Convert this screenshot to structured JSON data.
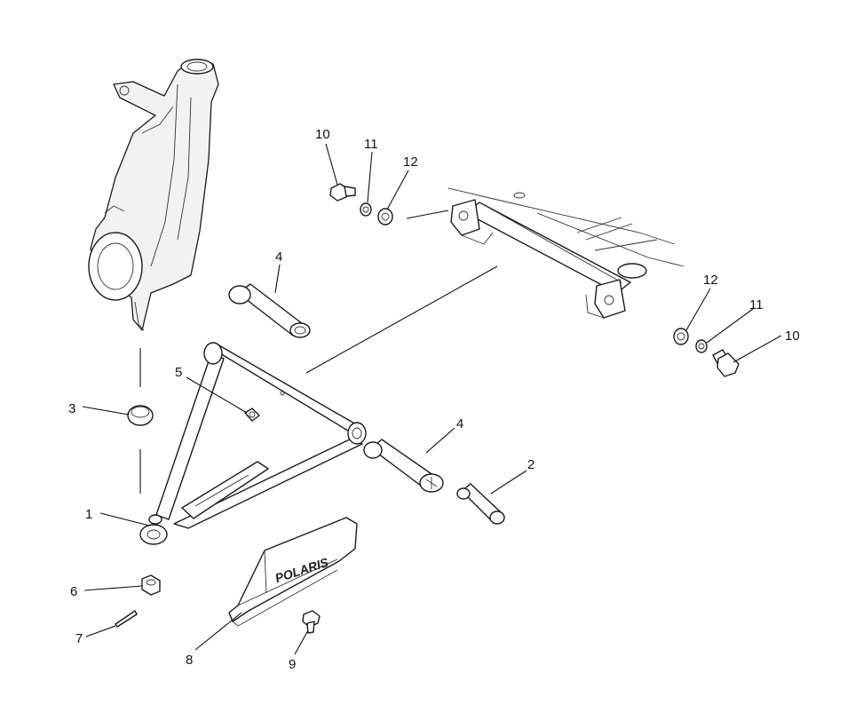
{
  "callouts": {
    "c1": "1",
    "c2": "2",
    "c3": "3",
    "c4a": "4",
    "c4b": "4",
    "c5": "5",
    "c6": "6",
    "c7": "7",
    "c8": "8",
    "c9": "9",
    "c10a": "10",
    "c10b": "10",
    "c11a": "11",
    "c11b": "11",
    "c12a": "12",
    "c12b": "12"
  },
  "guard_logo": "POLARIS",
  "colors": {
    "line": "#1a1a1a",
    "background": "#ffffff"
  }
}
